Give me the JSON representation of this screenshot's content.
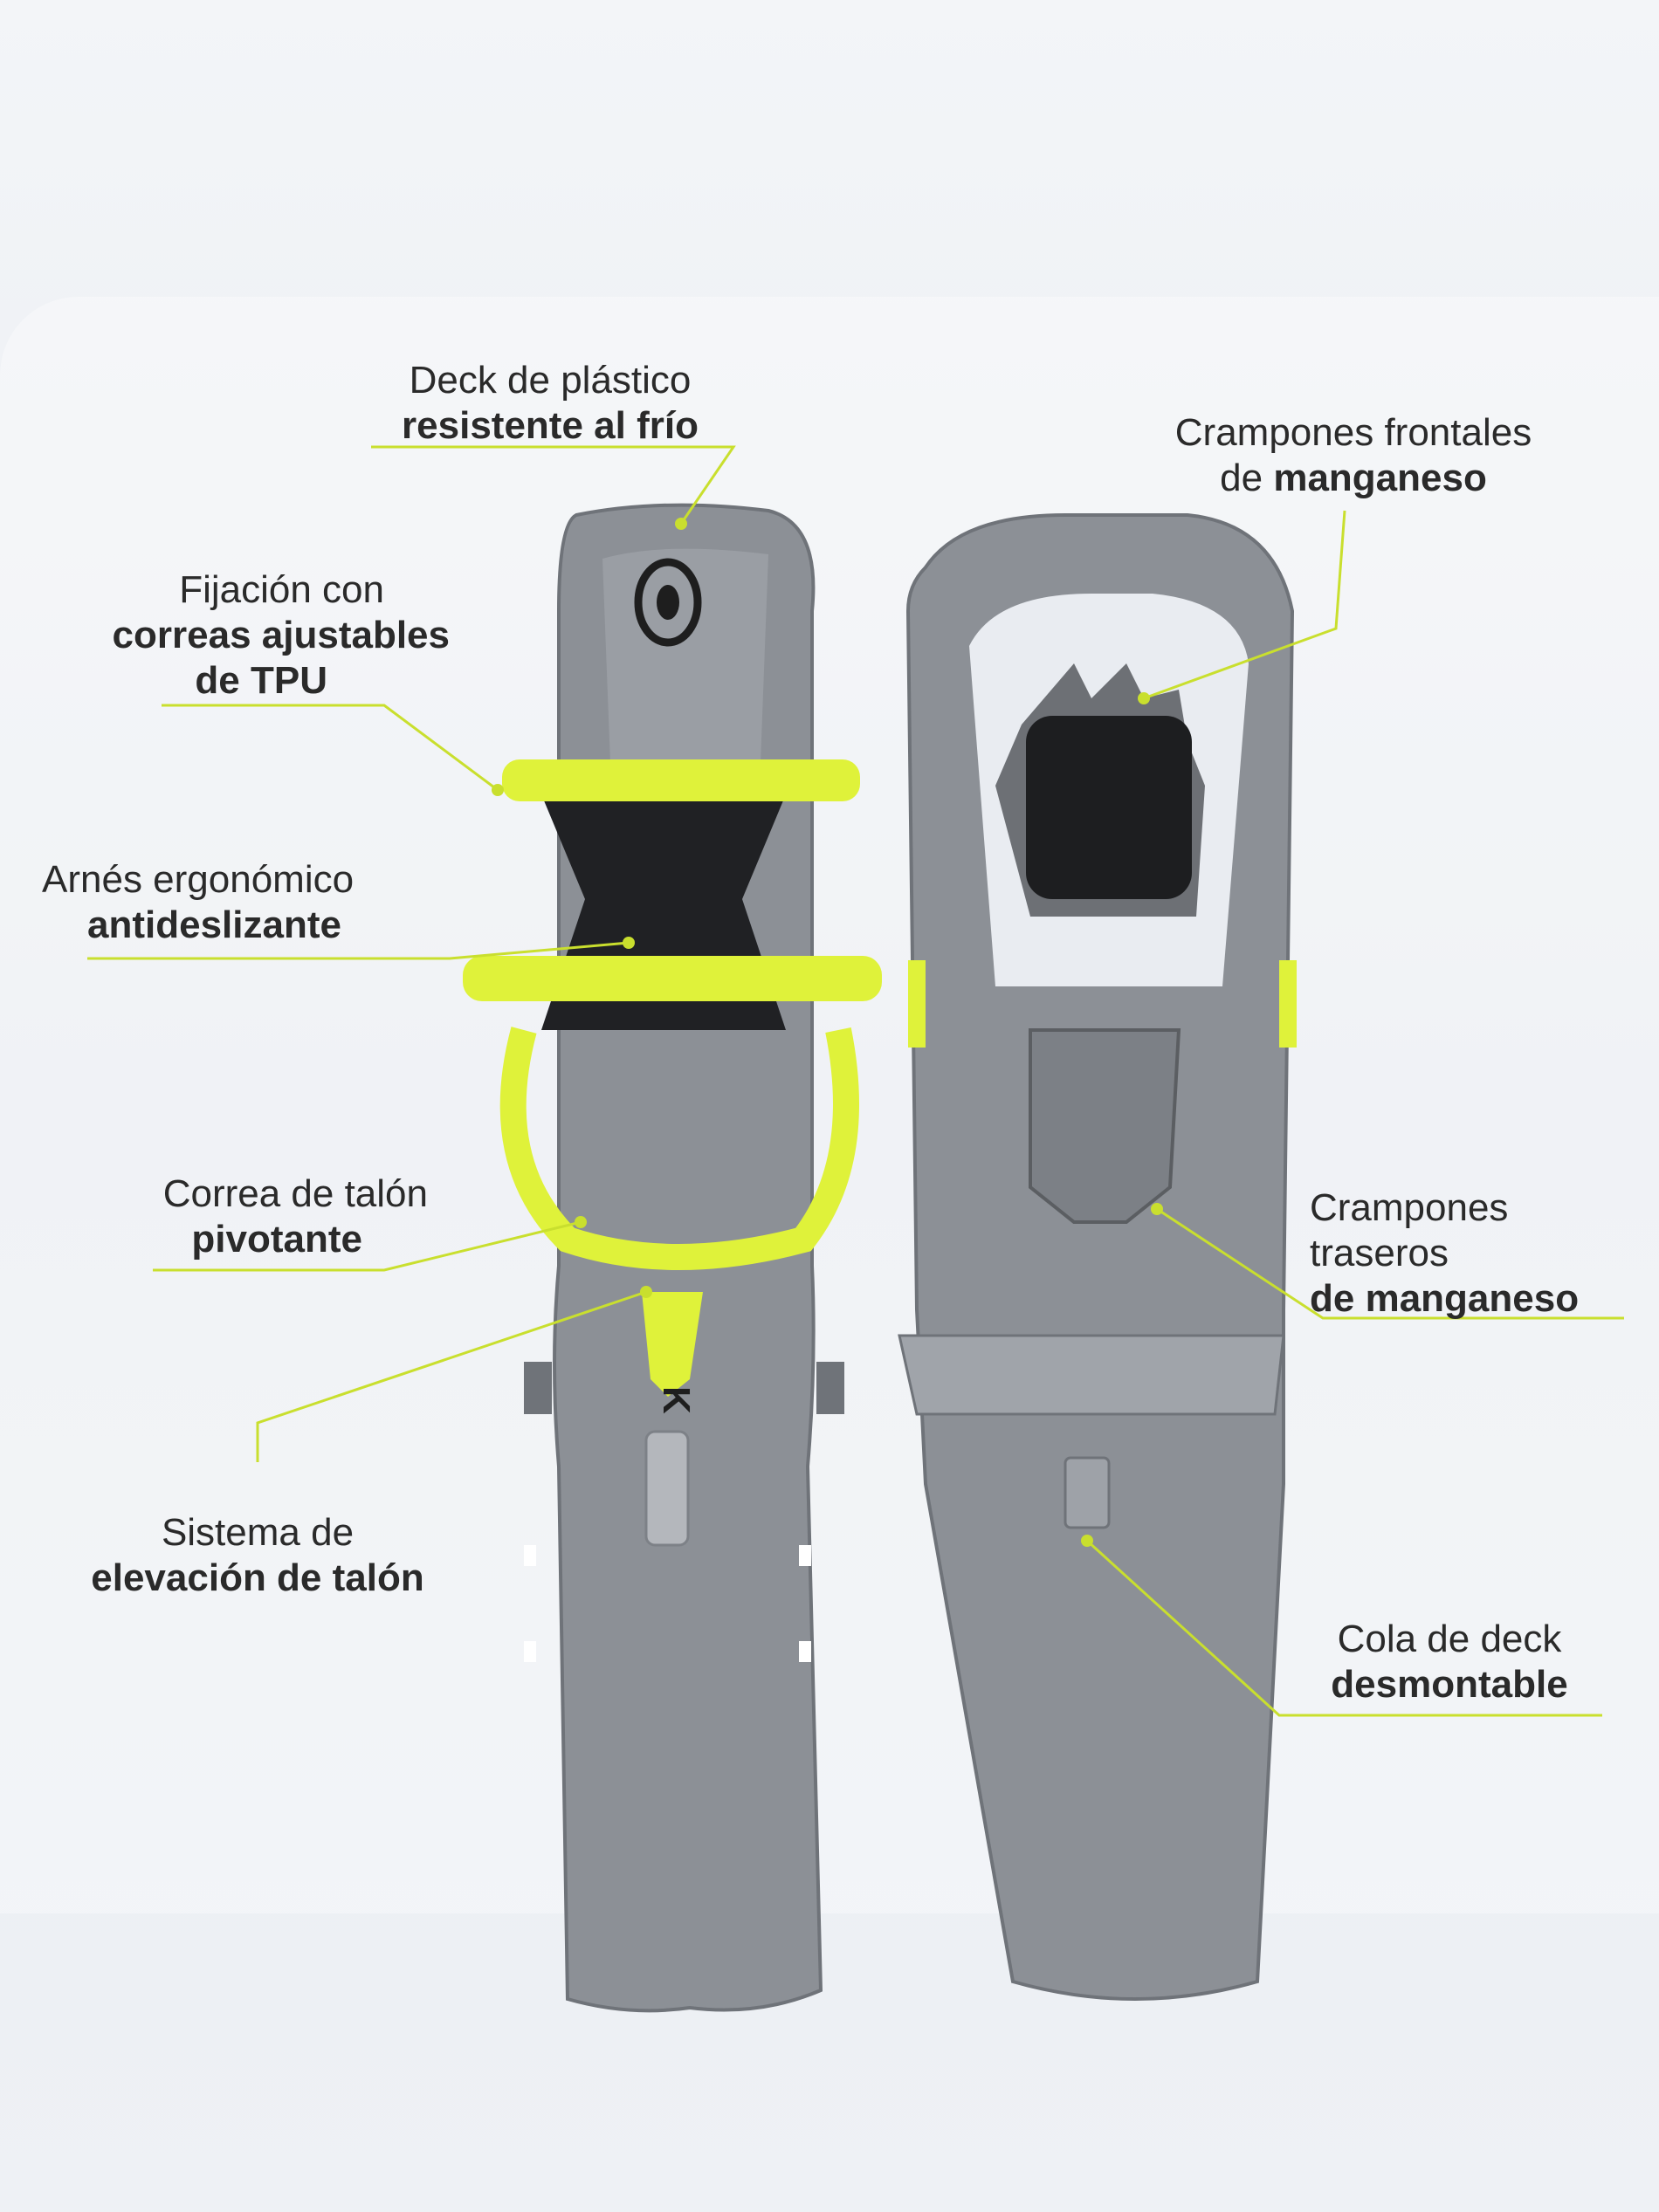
{
  "colors": {
    "accent": "#c9df2e",
    "deck": "#8c9096",
    "deck_dark": "#767a80",
    "strap": "#dff23a",
    "binding": "#202124"
  },
  "logo_text": "K",
  "callouts": {
    "deck": {
      "line1": "Deck de plástico",
      "line2": "resistente al frío"
    },
    "fixation": {
      "line1": "Fijación con",
      "line2": "correas ajustables",
      "line3": "de TPU"
    },
    "harness": {
      "line1": "Arnés ergonómico",
      "line2": "antideslizante"
    },
    "heel_strap": {
      "line1": "Correa de talón",
      "line2": "pivotante"
    },
    "heel_lift": {
      "line1": "Sistema de",
      "line2": "elevación de talón"
    },
    "front_crampons": {
      "line1": "Crampones frontales",
      "line2_pre": "de ",
      "line2_bold": "manganeso"
    },
    "rear_crampons": {
      "line1": "Crampones",
      "line2": "traseros",
      "line3": "de manganeso"
    },
    "tail": {
      "line1": "Cola de deck",
      "line2": "desmontable"
    }
  }
}
